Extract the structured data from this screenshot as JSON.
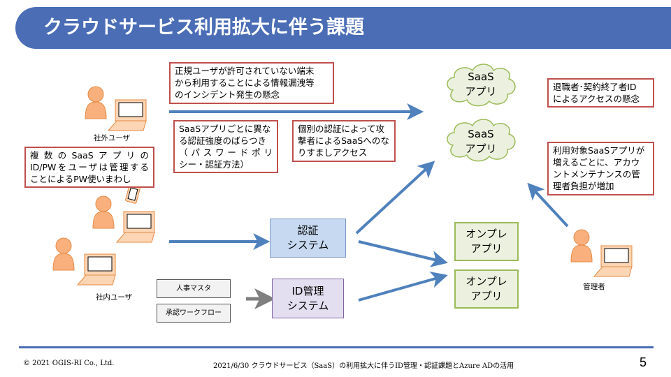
{
  "slide": {
    "title": "クラウドサービス利用拡大に伴う課題",
    "accent_color": "#4a6db5",
    "callout_border_color": "#c0504d",
    "arrow_color": "#4f81bd"
  },
  "actors": {
    "external_user": "社外ユーザ",
    "internal_user": "社内ユーザ",
    "admin": "管理者"
  },
  "callouts": {
    "unauthorized_device": [
      "正規ユーザが許可されていない端末",
      "から利用することによる情報漏洩等",
      "のインシデント発生の懸念"
    ],
    "password_reuse": [
      "複数のSaaSアプリの",
      "ID/PWをユーザは管理する",
      "ことによるPW使いまわし"
    ],
    "auth_strength": [
      "SaaSアプリごとに異な",
      "る認証強度のばらつき",
      "（パスワードポリ",
      "シー・認証方法）"
    ],
    "impersonation": [
      "個別の認証によって攻",
      "撃者によるSaaSへのな",
      "りすましアクセス"
    ],
    "retired_ids": [
      "退職者･契約終了者ID",
      "によるアクセスの懸念"
    ],
    "admin_burden": [
      "利用対象SaaSアプリが",
      "増えるごとに、アカウ",
      "ントメンテナンスの管",
      "理者負担が増加"
    ]
  },
  "systems": {
    "auth": [
      "認証",
      "システム"
    ],
    "idm": [
      "ID管理",
      "システム"
    ]
  },
  "apps": {
    "saas_1": [
      "SaaS",
      "アプリ"
    ],
    "saas_2": [
      "SaaS",
      "アプリ"
    ],
    "onprem_1": [
      "オンプレ",
      "アプリ"
    ],
    "onprem_2": [
      "オンプレ",
      "アプリ"
    ]
  },
  "sources": {
    "hr_master": "人事マスタ",
    "approval_workflow": "承認ワークフロー"
  },
  "footer": {
    "copyright": "© 2021 OGIS-RI Co., Ltd.",
    "subtitle": "2021/6/30 クラウドサービス（SaaS）の利用拡大に伴うID管理・認証課題とAzure ADの活用",
    "page_number": "5"
  }
}
